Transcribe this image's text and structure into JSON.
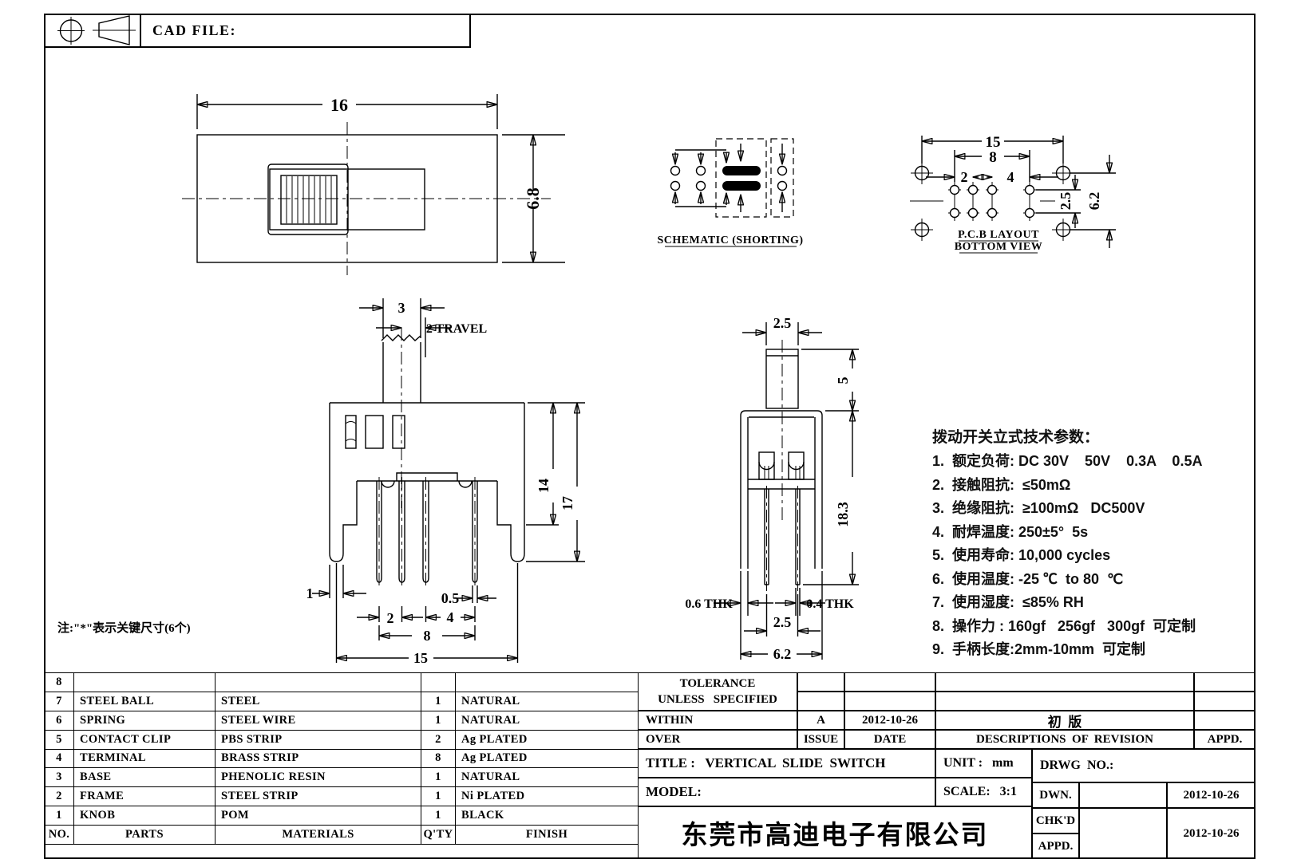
{
  "sheet": {
    "cad_file_label": "CAD FILE:",
    "company": "东莞市高迪电子有限公司",
    "note": "注:\"*\"表示关键尺寸(6个)"
  },
  "views": {
    "top": {
      "w": "16",
      "h": "6.8"
    },
    "schematic": {
      "caption": "SCHEMATIC (SHORTING)"
    },
    "pcb": {
      "caption1": "P.C.B LAYOUT",
      "caption2": "BOTTOM VIEW",
      "d15": "15",
      "d8": "8",
      "d2": "2",
      "d4": "4",
      "d25": "2.5",
      "d62": "6.2"
    },
    "front": {
      "d3": "3",
      "travel": "2 TRAVEL",
      "d14": "14",
      "d17": "17",
      "d1": "1",
      "d05": "0.5",
      "d2": "2",
      "d4": "4",
      "d8": "8",
      "d15": "15"
    },
    "side": {
      "d25top": "2.5",
      "d5": "5",
      "d183": "18.3",
      "d06": "0.6 THK",
      "d04": "0.4 THK",
      "d25bot": "2.5",
      "d62": "6.2"
    }
  },
  "tech": {
    "title": "拨动开关立式技术参数：",
    "items": [
      "1.  额定负荷: DC 30V    50V    0.3A    0.5A",
      "2.  接触阻抗:  ≤50mΩ",
      "3.  绝缘阻抗:  ≥100mΩ   DC500V",
      "4.  耐焊温度: 250±5°  5s",
      "5.  使用寿命: 10,000 cycles",
      "6.  使用温度: -25 ℃  to 80  ℃",
      "7.  使用湿度:  ≤85% RH",
      "8.  操作力 : 160gf   256gf   300gf  可定制",
      "9.  手柄长度:2mm-10mm  可定制"
    ]
  },
  "parts": {
    "headers": {
      "no": "NO.",
      "parts": "PARTS",
      "materials": "MATERIALS",
      "qty": "Q'TY",
      "finish": "FINISH"
    },
    "rows": [
      {
        "no": "8",
        "part": "",
        "material": "",
        "qty": "",
        "finish": ""
      },
      {
        "no": "7",
        "part": "STEEL BALL",
        "material": "STEEL",
        "qty": "1",
        "finish": "NATURAL"
      },
      {
        "no": "6",
        "part": "SPRING",
        "material": "STEEL WIRE",
        "qty": "1",
        "finish": "NATURAL"
      },
      {
        "no": "5",
        "part": "CONTACT CLIP",
        "material": "PBS STRIP",
        "qty": "2",
        "finish": "Ag PLATED"
      },
      {
        "no": "4",
        "part": "TERMINAL",
        "material": "BRASS STRIP",
        "qty": "8",
        "finish": "Ag PLATED"
      },
      {
        "no": "3",
        "part": "BASE",
        "material": "PHENOLIC RESIN",
        "qty": "1",
        "finish": "NATURAL"
      },
      {
        "no": "2",
        "part": "FRAME",
        "material": "STEEL STRIP",
        "qty": "1",
        "finish": "Ni PLATED"
      },
      {
        "no": "1",
        "part": "KNOB",
        "material": "POM",
        "qty": "1",
        "finish": "BLACK"
      }
    ]
  },
  "titleblock": {
    "tolerance1": "TOLERANCE",
    "tolerance2": "UNLESS   SPECIFIED",
    "within": "WITHIN",
    "over": "OVER",
    "issue_value": "A",
    "issue_label": "ISSUE",
    "date_value": "2012-10-26",
    "date_label": "DATE",
    "revision_value": "初  版",
    "revision_label": "DESCRIPTIONS  OF  REVISION",
    "appd_header": "APPD.",
    "title": "TITLE :   VERTICAL  SLIDE  SWITCH",
    "unit": "UNIT :   mm",
    "drwg": "DRWG  NO.:",
    "model": "MODEL:",
    "scale": "SCALE:   3:1",
    "dwn": "DWN.",
    "chkd": "CHK'D",
    "appd": "APPD.",
    "dwn_date": "2012-10-26",
    "chkd_date": "2012-10-26"
  }
}
